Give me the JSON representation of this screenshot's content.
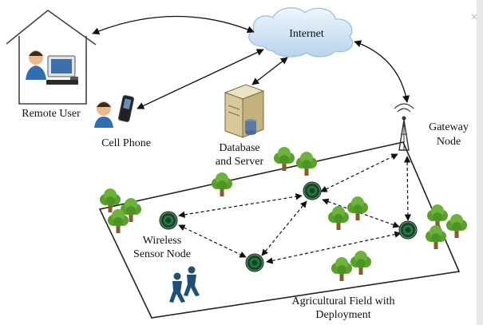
{
  "labels": {
    "internet": "Internet",
    "remote_user": "Remote User",
    "cell_phone": "Cell Phone",
    "database_line1": "Database",
    "database_line2": "and Server",
    "gateway_line1": "Gateway",
    "gateway_line2": "Node",
    "wsn_line1": "Wireless",
    "wsn_line2": "Sensor Node",
    "field_line1": "Agricultural Field with",
    "field_line2": "Deployment"
  },
  "close_glyph": "×",
  "colors": {
    "field_border": "#222222",
    "node_fill": "#1e6b3a",
    "tree_green": "#5aa02c",
    "trunk": "#8a5a2b",
    "cloud_blue": "#cfe3f5",
    "people": "#1d4f78"
  }
}
